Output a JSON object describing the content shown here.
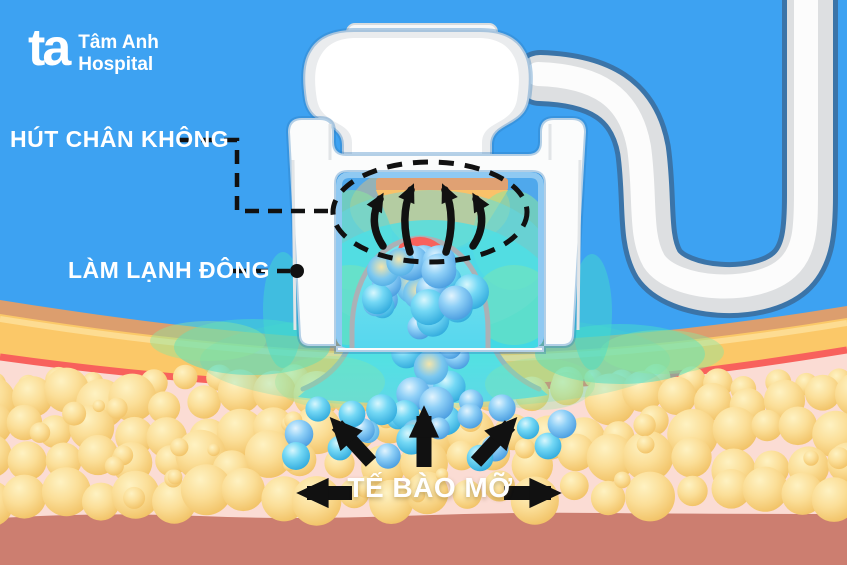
{
  "logo": {
    "mark": "ta",
    "name_line1": "Tâm Anh",
    "name_line2": "Hospital"
  },
  "annotations": {
    "vacuum_label": "HÚT CHÂN KHÔNG",
    "freezing_label": "LÀM LẠNH ĐÔNG",
    "fat_cells_label": "TẾ BÀO MỠ"
  },
  "icons": {
    "suction_arrows": "curved-up-arrow-icon",
    "spread_arrows": "direction-arrow-icon",
    "vacuum_zone": "dashed-ellipse",
    "freeze_point": "connector-dot"
  },
  "colors": {
    "background": "#3DA2F2",
    "device_white": "#FFFFFF",
    "device_shade": "#E9EBED",
    "hose_outline": "#3B74A8",
    "window_blue": "#4FA8EC",
    "freeze_cyan": "#3FE5E4",
    "freeze_green": "#8BE79E",
    "skin_tan": "#DC9E6E",
    "dermis_yellow": "#FBC868",
    "vessel_red": "#F8615C",
    "subcutis_pink": "#FBDCD4",
    "fat_yellow": "#F8D78A",
    "muscle_red": "#CC7E70",
    "frozen_cell_blue": "#5FB2EE",
    "skin_dome_orange": "#FAC169",
    "annotation_black": "#111111",
    "label_text": "#FFFFFF"
  }
}
